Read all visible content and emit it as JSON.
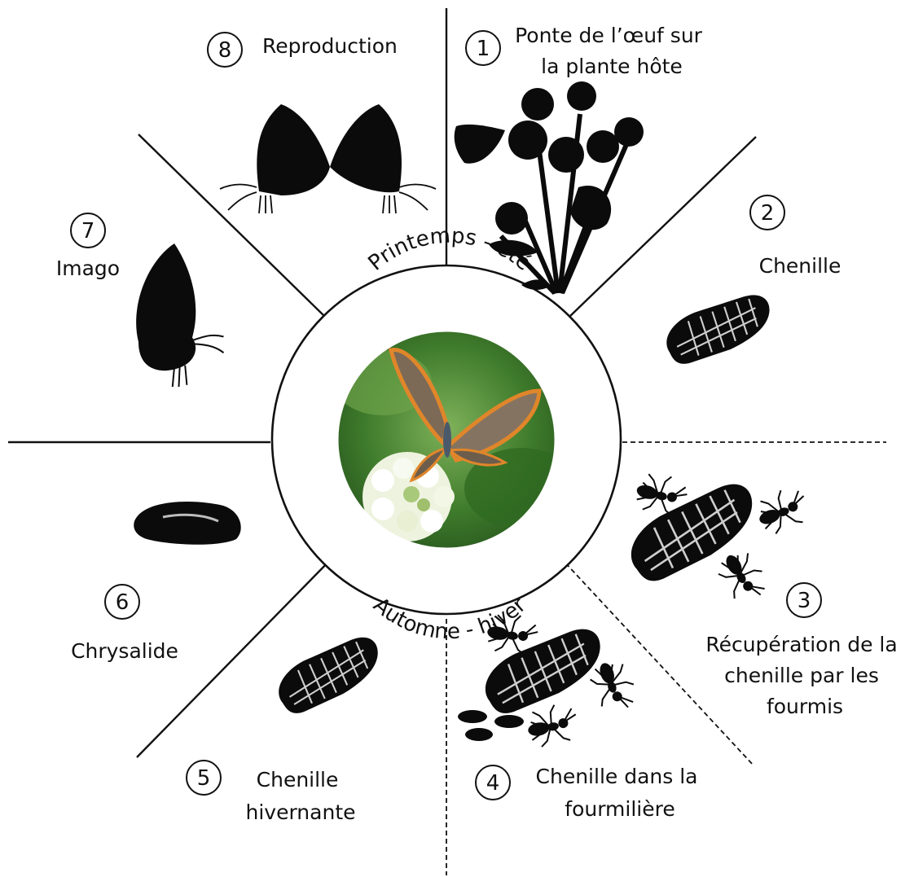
{
  "center": {
    "top_arc": "Printemps - été",
    "bottom_arc": "Automne - hiver"
  },
  "stages": [
    {
      "number": "1",
      "lines": [
        "Ponte de l’œuf sur",
        "la plante hôte"
      ]
    },
    {
      "number": "2",
      "lines": [
        "Chenille"
      ]
    },
    {
      "number": "3",
      "lines": [
        "Récupération de la",
        "chenille par les",
        "fourmis"
      ]
    },
    {
      "number": "4",
      "lines": [
        "Chenille dans la",
        "fourmilière"
      ]
    },
    {
      "number": "5",
      "lines": [
        "Chenille",
        "hivernante"
      ]
    },
    {
      "number": "6",
      "lines": [
        "Chrysalide"
      ]
    },
    {
      "number": "7",
      "lines": [
        "Imago"
      ]
    },
    {
      "number": "8",
      "lines": [
        "Reproduction"
      ]
    }
  ],
  "colors": {
    "ink": "#111111",
    "photo_green": "#4f8a3a",
    "wing_brown": "#7a6a58",
    "wing_orange": "#e08a2a"
  },
  "icons": [
    "flower-butterfly-icon",
    "caterpillar-icon",
    "ant-icon",
    "pupa-icon",
    "butterfly-icon",
    "mating-butterflies-icon"
  ]
}
